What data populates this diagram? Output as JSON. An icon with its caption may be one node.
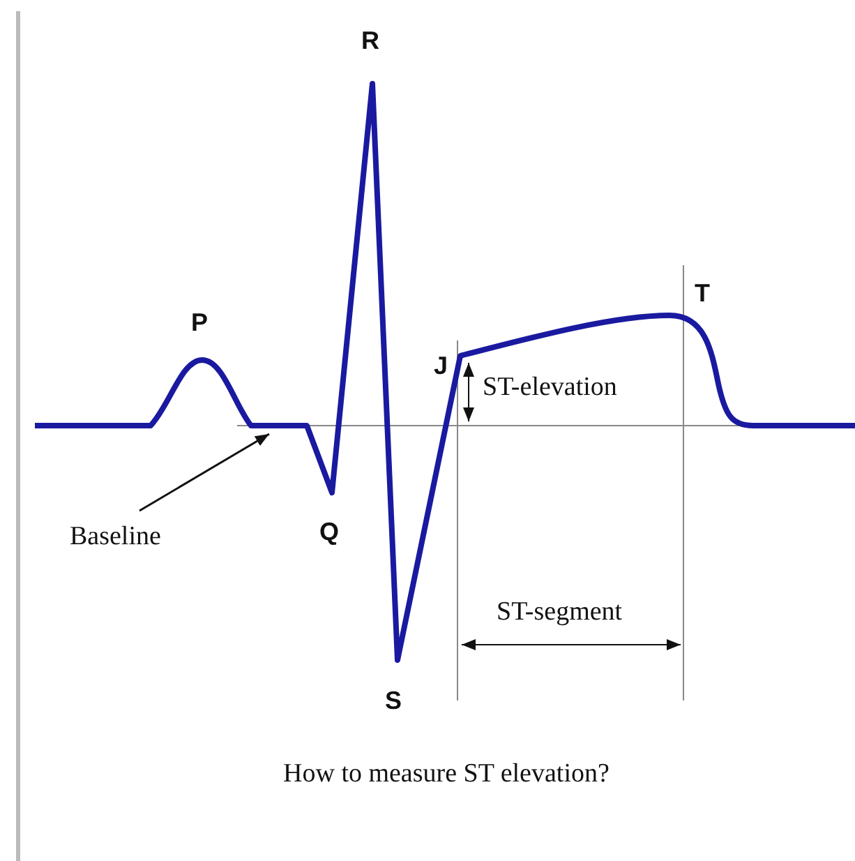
{
  "diagram": {
    "caption": "How to measure ST elevation?",
    "nodes": [
      {
        "text": [
          "Baseline"
        ]
      },
      {
        "text": [],
        "shape": "line"
      }
    ],
    "edges": [
      {
        "from": 0,
        "to": 1,
        "arrow": "to"
      }
    ],
    "labels": [
      "R",
      "T",
      "P",
      "J",
      "ST-elevation",
      "Q",
      "ST-segment",
      "S"
    ]
  }
}
